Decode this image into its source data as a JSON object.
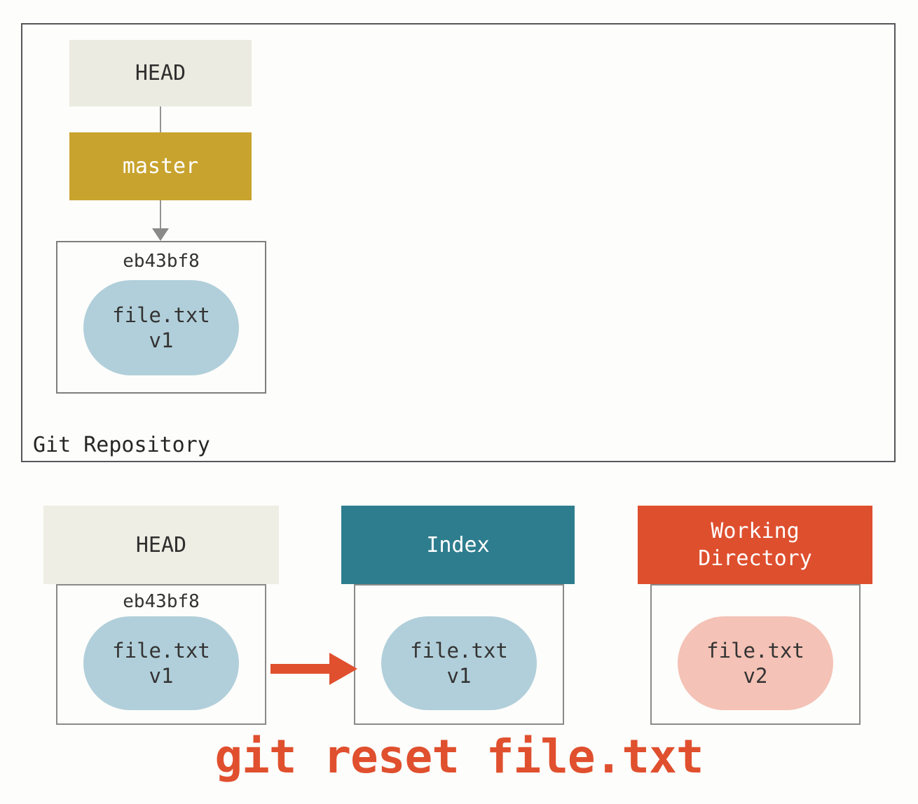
{
  "colors": {
    "background": "#fdfdfb",
    "head_box_bg": "#ecebe1",
    "master_bg": "#c8a32e",
    "index_header_bg": "#2e7d8e",
    "workdir_header_bg": "#de4f2e",
    "blob_blue": "#b1cfda",
    "blob_pink": "#f4c2b6",
    "gray_arrow": "#8a8a8a",
    "red_arrow": "#e0502e",
    "caption_text": "#e0502e",
    "box_border": "#7e7e7e"
  },
  "repo": {
    "label": "Git Repository",
    "head_label": "HEAD",
    "master_label": "master",
    "commit": {
      "hash": "eb43bf8",
      "file": "file.txt",
      "version": "v1"
    }
  },
  "bottom": {
    "columns": [
      {
        "header": "HEAD",
        "hash": "eb43bf8",
        "file": "file.txt",
        "version": "v1"
      },
      {
        "header": "Index",
        "file": "file.txt",
        "version": "v1"
      },
      {
        "header": "Working Directory",
        "file": "file.txt",
        "version": "v2"
      }
    ],
    "caption": "git reset file.txt"
  }
}
